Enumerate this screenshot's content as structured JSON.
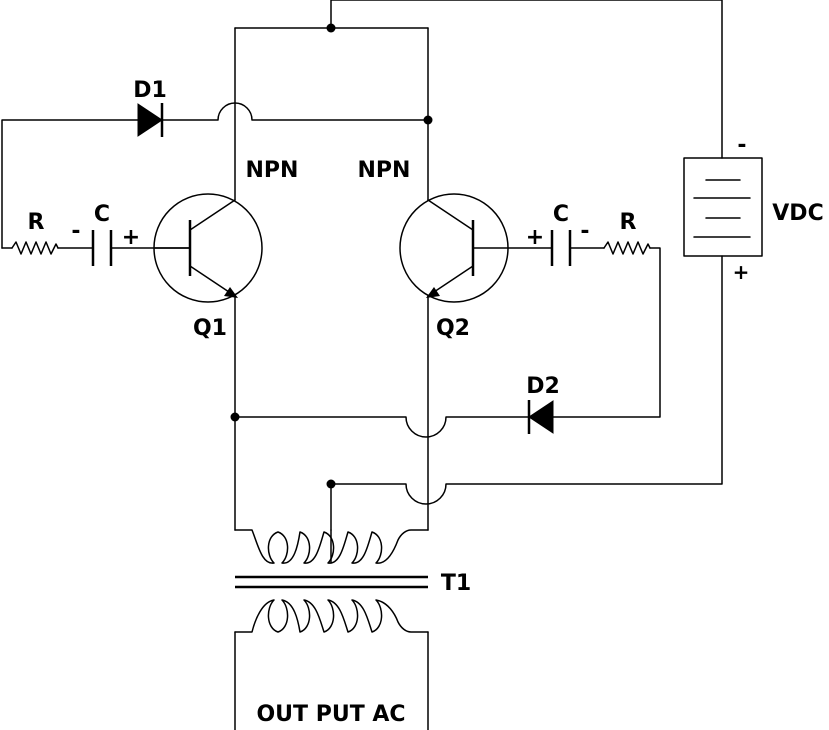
{
  "diagram": {
    "labels": {
      "d1": "D1",
      "d2": "D2",
      "npn_left": "NPN",
      "npn_right": "NPN",
      "q1": "Q1",
      "q2": "Q2",
      "r_left": "R",
      "r_right": "R",
      "c_left": "C",
      "c_right": "C",
      "cap_left_minus": "-",
      "cap_left_plus": "+",
      "cap_right_plus": "+",
      "cap_right_minus": "-",
      "battery_minus": "-",
      "battery_plus": "+",
      "vdc": "VDC",
      "t1": "T1",
      "output": "OUT PUT AC"
    }
  }
}
